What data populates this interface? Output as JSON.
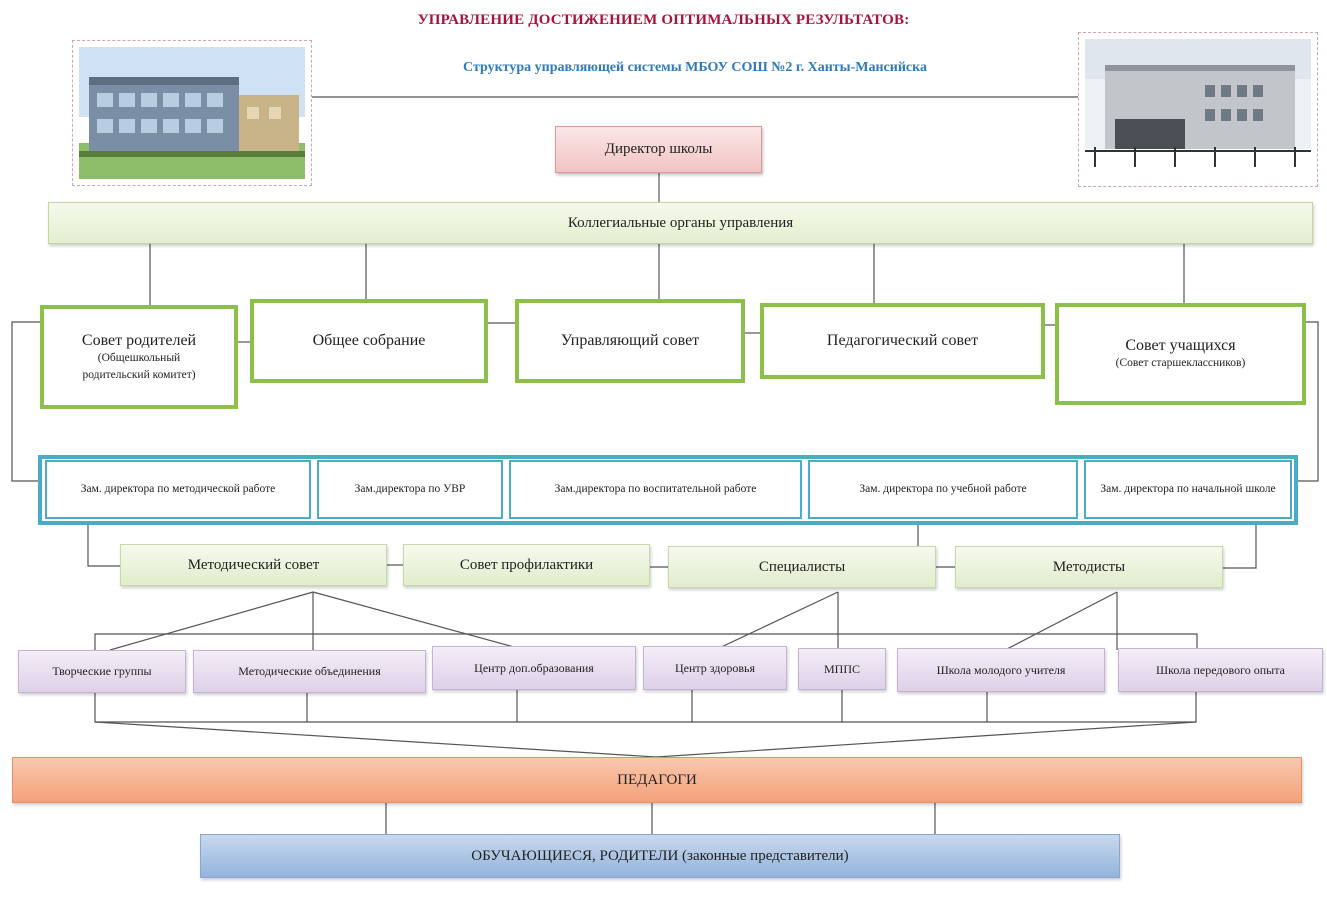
{
  "header": {
    "title": "УПРАВЛЕНИЕ ДОСТИЖЕНИЕМ ОПТИМАЛЬНЫХ РЕЗУЛЬТАТОВ:",
    "subtitle": "Структура управляющей системы МБОУ СОШ №2 г. Ханты-Мансийска"
  },
  "director": "Директор школы",
  "collegial": "Коллегиальные органы управления",
  "councils": [
    {
      "label": "Совет родителей",
      "note": "(Общешкольный родительский комитет)"
    },
    {
      "label": "Общее собрание",
      "note": ""
    },
    {
      "label": "Управляющий совет",
      "note": ""
    },
    {
      "label": "Педагогический совет",
      "note": ""
    },
    {
      "label": "Совет учащихся",
      "note": "(Совет старшеклассников)"
    }
  ],
  "deputies": [
    "Зам. директора по методической работе",
    "Зам.директора по УВР",
    "Зам.директора по воспитательной работе",
    "Зам. директора по учебной работе",
    "Зам. директора по начальной школе"
  ],
  "units": [
    "Методический совет",
    "Совет профилактики",
    "Специалисты",
    "Методисты"
  ],
  "groups": [
    "Творческие группы",
    "Методические объединения",
    "Центр доп.образования",
    "Центр здоровья",
    "МППС",
    "Школа молодого учителя",
    "Школа передового опыта"
  ],
  "teachers": "ПЕДАГОГИ",
  "students": "ОБУЧАЮЩИЕСЯ, РОДИТЕЛИ (законные представители)",
  "colors": {
    "title": "#a8123a",
    "subtitle": "#2e7bbd",
    "council_border": "#8dc04b",
    "deputy_border": "#4bacc6"
  }
}
